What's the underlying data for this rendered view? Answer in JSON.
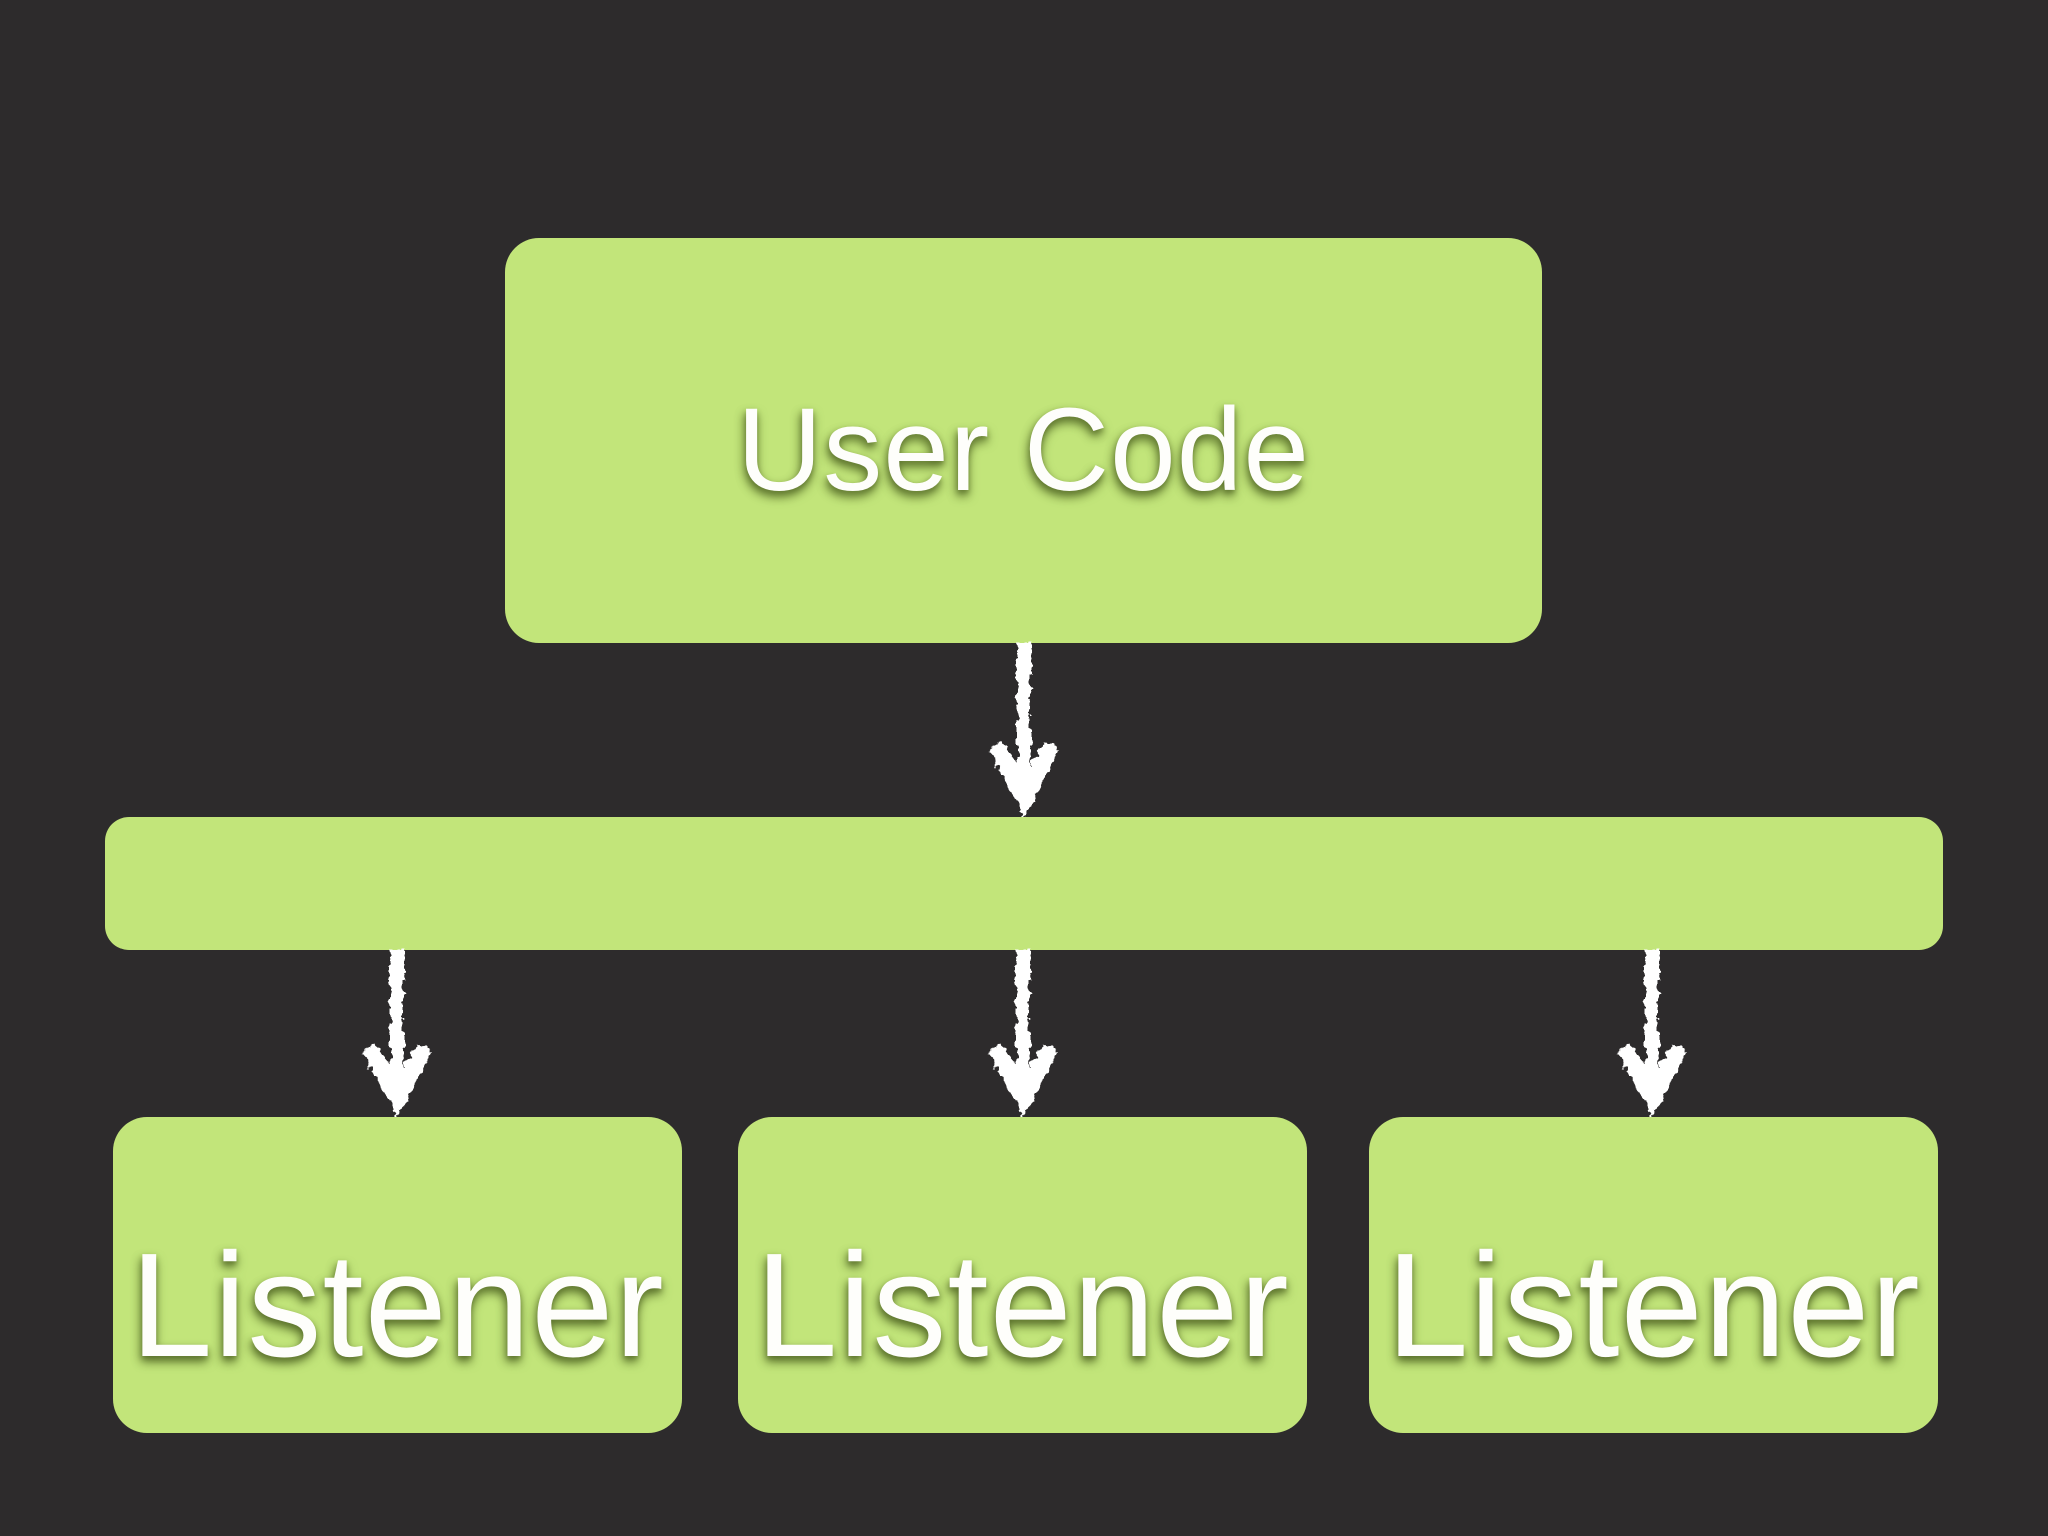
{
  "diagram": {
    "nodes": {
      "user_code": {
        "label": "User Code"
      },
      "bus_bar": {
        "label": ""
      },
      "listeners": [
        {
          "label": "Listener"
        },
        {
          "label": "Listener"
        },
        {
          "label": "Listener"
        }
      ]
    },
    "edges": [
      {
        "from": "user-code",
        "to": "bus-bar",
        "style": "chalk-down-arrow"
      },
      {
        "from": "bus-bar",
        "to": "listener-1",
        "style": "chalk-down-arrow"
      },
      {
        "from": "bus-bar",
        "to": "listener-2",
        "style": "chalk-down-arrow"
      },
      {
        "from": "bus-bar",
        "to": "listener-3",
        "style": "chalk-down-arrow"
      }
    ]
  },
  "colors": {
    "background": "#2d2b2c",
    "node_fill": "#c2e57a",
    "arrow": "#ffffff",
    "label_text": "#fefefb",
    "label_shadow": "#46551c"
  }
}
